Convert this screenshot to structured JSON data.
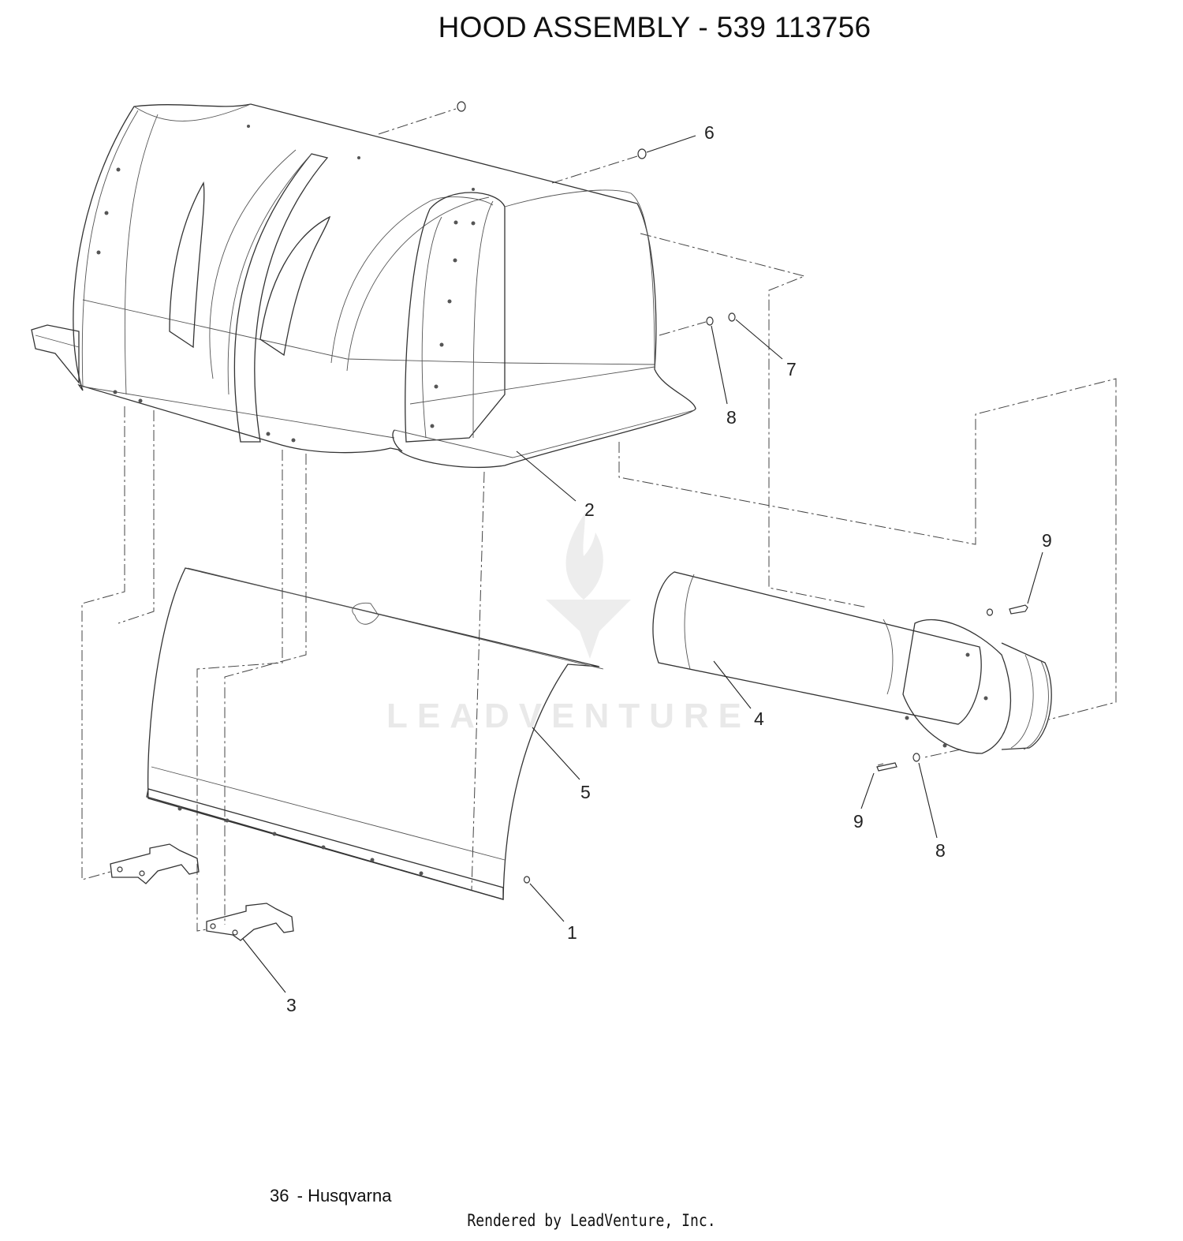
{
  "title": "HOOD ASSEMBLY - 539 113756",
  "callouts": [
    {
      "label": "6"
    },
    {
      "label": "7"
    },
    {
      "label": "8"
    },
    {
      "label": "2"
    },
    {
      "label": "9"
    },
    {
      "label": "4"
    },
    {
      "label": "5"
    },
    {
      "label": "9"
    },
    {
      "label": "8"
    },
    {
      "label": "1"
    },
    {
      "label": "3"
    }
  ],
  "watermark": {
    "brand": "LEADVENTURE"
  },
  "footer": {
    "page": "36",
    "separator": "-",
    "brand": "Husqvarna"
  },
  "rendered_by": "Rendered by LeadVenture, Inc."
}
